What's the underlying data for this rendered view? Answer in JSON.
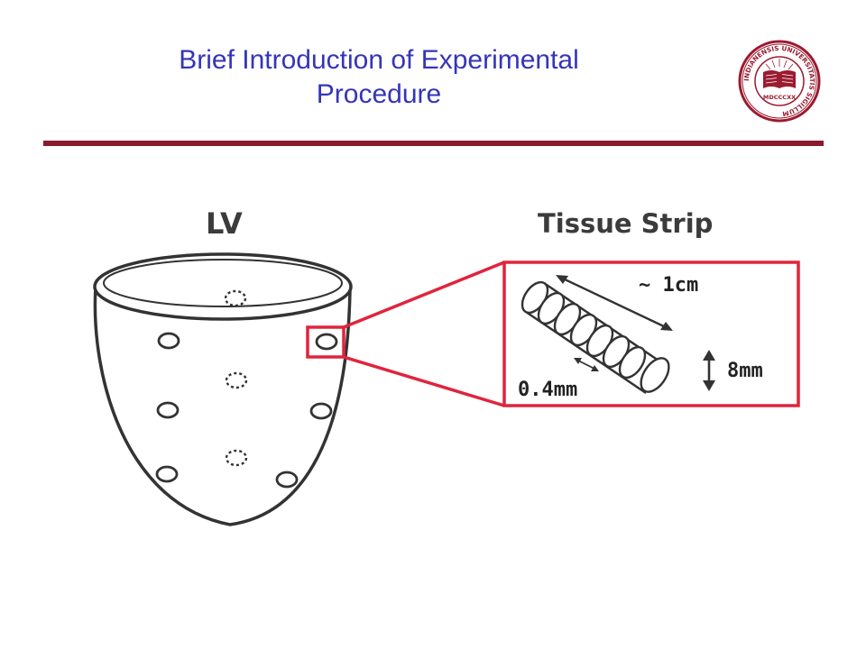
{
  "slide": {
    "title_line1": "Brief Introduction of Experimental",
    "title_line2": "Procedure"
  },
  "colors": {
    "title": "#3535b8",
    "rule": "#8b1a2f",
    "callout": "#e0243c",
    "seal": "#9b1b30"
  },
  "seal": {
    "ring_text": "INDIANENSIS UNIVERSITATIS SIGILLUM",
    "year": "MDCCCXX"
  },
  "diagram": {
    "lv_label": "LV",
    "strip_label": "Tissue Strip",
    "length_label": "~ 1cm",
    "diameter_label": "8mm",
    "thickness_label": "0.4mm"
  }
}
